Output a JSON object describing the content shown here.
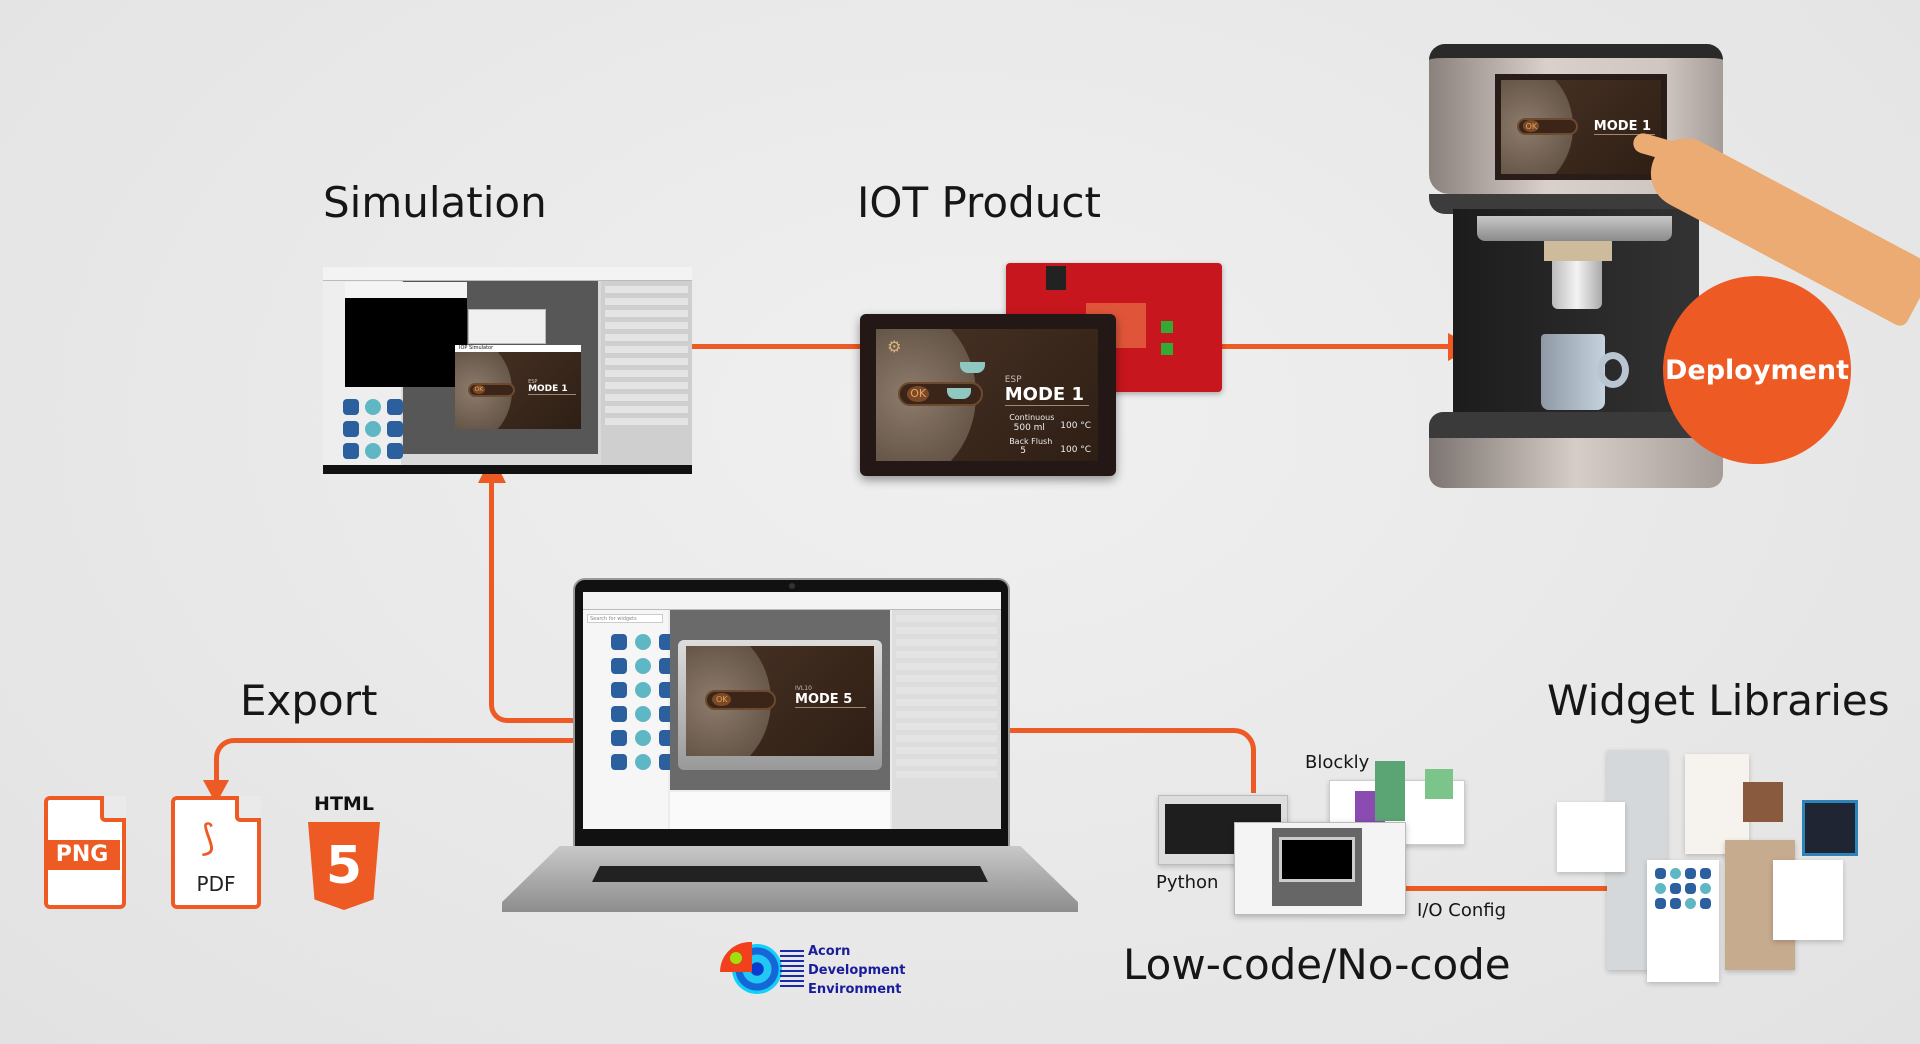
{
  "titles": {
    "simulation": "Simulation",
    "iot_product": "IOT Product",
    "deployment": "Deployment",
    "export": "Export",
    "widget_libraries": "Widget Libraries",
    "low_code": "Low-code/No-code"
  },
  "export_formats": {
    "png": "PNG",
    "pdf": "PDF",
    "html": "HTML",
    "html_badge": "5"
  },
  "low_code_items": {
    "blockly": "Blockly",
    "python": "Python",
    "io_config": "I/O Config"
  },
  "logo": {
    "line1": "Acorn",
    "line2": "Development",
    "line3": "Environment"
  },
  "device_screen": {
    "ok": "OK",
    "esp": "ESP",
    "mode": "MODE 1",
    "continuous_label": "Continuous",
    "continuous_value": "500 ml",
    "back_flush_label": "Back Flush",
    "back_flush_value": "5",
    "temp1": "100 °C",
    "temp2": "100 °C"
  },
  "laptop_screen": {
    "search_placeholder": "Search for widgets",
    "esp": "IVL10",
    "mode": "MODE 5",
    "ok": "OK"
  },
  "simulator": {
    "window_title": "IOP Simulator",
    "mode": "MODE 1",
    "esp": "ESP",
    "ok": "OK"
  },
  "colors": {
    "accent": "#ee5a24",
    "background": "#e8e8e8"
  }
}
